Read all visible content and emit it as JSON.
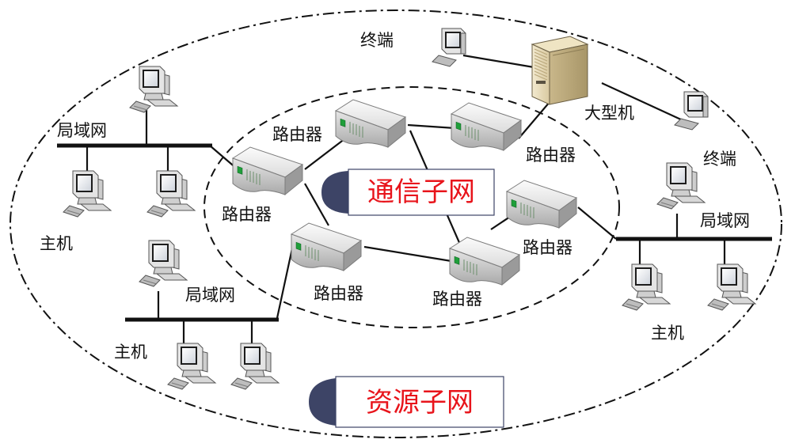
{
  "subnets": {
    "communication": {
      "label": "通信子网"
    },
    "resource": {
      "label": "资源子网"
    }
  },
  "labels": {
    "terminal_top": "终端",
    "terminal_right": "终端",
    "mainframe": "大型机",
    "lan_left_top": "局域网",
    "lan_left_bottom": "局域网",
    "lan_right": "局域网",
    "host_left": "主机",
    "host_bottom": "主机",
    "host_right": "主机",
    "router_1": "路由器",
    "router_2": "路由器",
    "router_3": "路由器",
    "router_4": "路由器",
    "router_5": "路由器",
    "router_6": "路由器"
  },
  "colors": {
    "title_red": "#e8141b",
    "tab_navy": "#3d4466",
    "line": "#111111"
  },
  "icons": {
    "host": "desktop-computer-icon",
    "terminal": "terminal-icon",
    "router": "router-icon",
    "mainframe": "mainframe-icon"
  }
}
